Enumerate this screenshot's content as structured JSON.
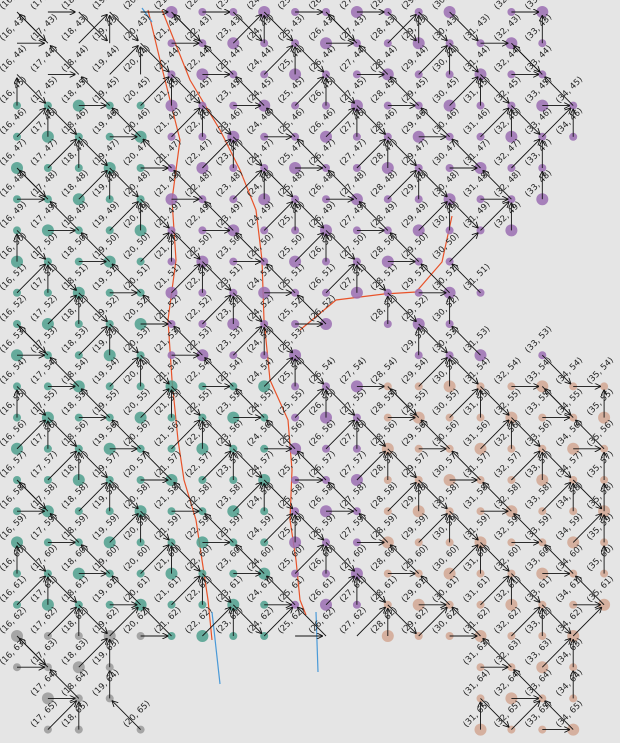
{
  "colors": {
    "background": "#e5e5e5",
    "arrow": "#111111",
    "river": "#e8532a",
    "stream": "#4a9ad8",
    "basin_a": "#9b6fb3",
    "basin_b": "#4fa08e",
    "basin_c": "#d2a793",
    "basin_d": "#9a9a9a"
  },
  "grid": {
    "x_range": [
      16,
      35
    ],
    "y_range": [
      42,
      65
    ],
    "missing": [
      [
        16,
        64
      ],
      [
        16,
        65
      ],
      [
        27,
        52
      ],
      [
        26,
        53
      ],
      [
        27,
        53
      ],
      [
        28,
        53
      ],
      [
        29,
        63
      ],
      [
        30,
        63
      ],
      [
        29,
        64
      ],
      [
        30,
        64
      ],
      [
        29,
        65
      ],
      [
        30,
        65
      ],
      [
        31,
        42
      ],
      [
        35,
        42
      ],
      [
        35,
        43
      ],
      [
        35,
        44
      ],
      [
        35,
        45
      ],
      [
        35,
        46
      ],
      [
        35,
        47
      ],
      [
        35,
        48
      ],
      [
        35,
        49
      ],
      [
        35,
        50
      ],
      [
        35,
        51
      ],
      [
        35,
        52
      ],
      [
        35,
        53
      ],
      [
        35,
        62
      ],
      [
        35,
        63
      ],
      [
        35,
        64
      ],
      [
        35,
        65
      ],
      [
        34,
        42
      ],
      [
        34,
        43
      ],
      [
        34,
        44
      ],
      [
        34,
        47
      ],
      [
        34,
        48
      ],
      [
        34,
        49
      ],
      [
        34,
        50
      ],
      [
        34,
        51
      ],
      [
        34,
        52
      ],
      [
        34,
        53
      ],
      [
        33,
        49
      ],
      [
        33,
        50
      ],
      [
        33,
        51
      ],
      [
        33,
        52
      ],
      [
        32,
        50
      ],
      [
        32,
        51
      ],
      [
        32,
        52
      ],
      [
        32,
        53
      ],
      [
        31,
        50
      ],
      [
        31,
        52
      ],
      [
        21,
        63
      ],
      [
        22,
        63
      ],
      [
        23,
        63
      ],
      [
        24,
        63
      ],
      [
        25,
        63
      ],
      [
        26,
        63
      ],
      [
        27,
        63
      ],
      [
        28,
        63
      ],
      [
        21,
        64
      ],
      [
        22,
        64
      ],
      [
        23,
        64
      ],
      [
        24,
        64
      ],
      [
        25,
        64
      ],
      [
        26,
        64
      ],
      [
        27,
        64
      ],
      [
        28,
        64
      ],
      [
        21,
        65
      ],
      [
        22,
        65
      ],
      [
        23,
        65
      ],
      [
        24,
        65
      ],
      [
        25,
        65
      ],
      [
        26,
        65
      ],
      [
        27,
        65
      ],
      [
        28,
        65
      ],
      [
        20,
        63
      ],
      [
        20,
        64
      ],
      [
        19,
        65
      ]
    ]
  }
}
